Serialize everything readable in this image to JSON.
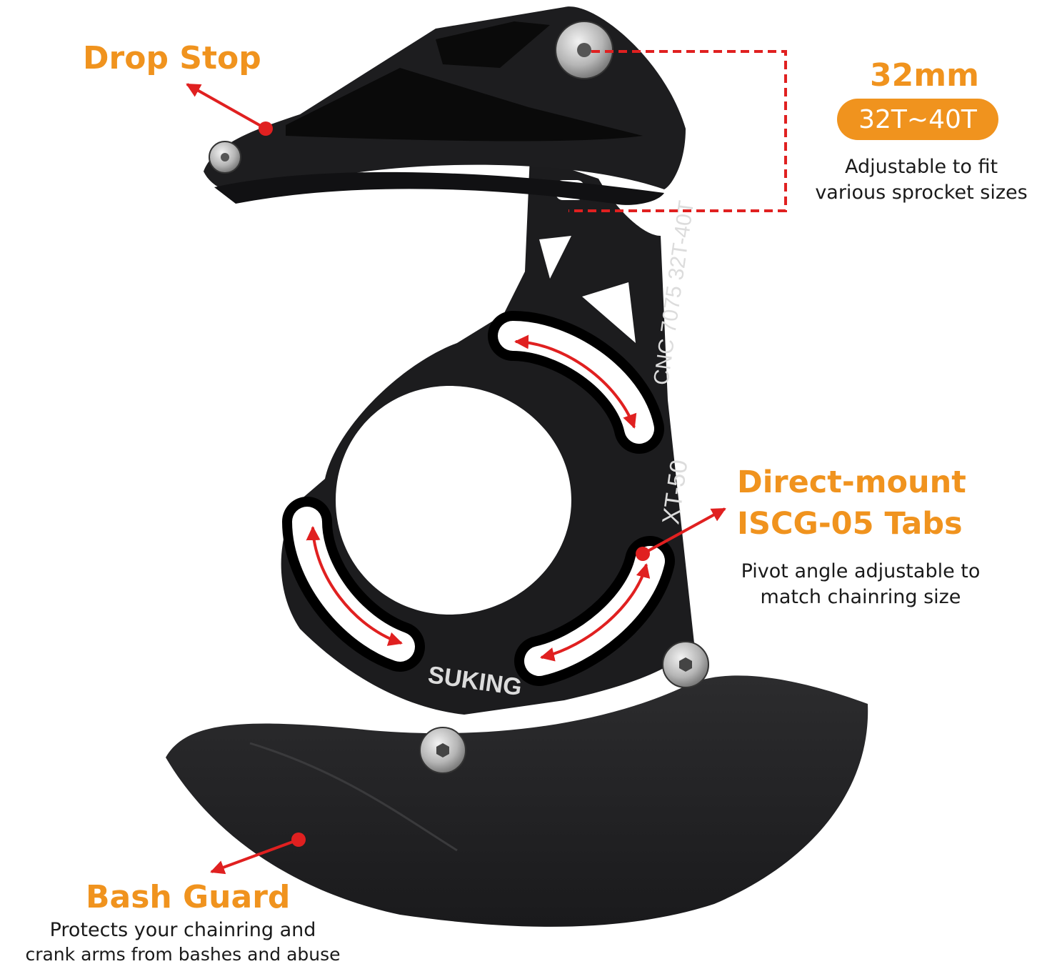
{
  "colors": {
    "accent": "#f0931e",
    "arrow": "#e02020",
    "frame": "#1c1c1e",
    "guard": "#232325",
    "text": "#1a1a1a"
  },
  "callouts": {
    "drop_stop": {
      "title": "Drop Stop"
    },
    "size": {
      "title": "32mm",
      "badge": "32T~40T",
      "line1": "Adjustable to fit",
      "line2": "various sprocket sizes"
    },
    "mount": {
      "title_line1": "Direct-mount",
      "title_line2": "ISCG-05 Tabs",
      "line1": "Pivot angle adjustable to",
      "line2": "match chainring size"
    },
    "bash_guard": {
      "title": "Bash Guard",
      "line1": "Protects your chainring and",
      "line2": "crank arms from bashes and abuse"
    }
  },
  "engraving": {
    "spec": "CNC  7075  32T-40T",
    "model": "XT-50",
    "brand": "SUKING"
  }
}
